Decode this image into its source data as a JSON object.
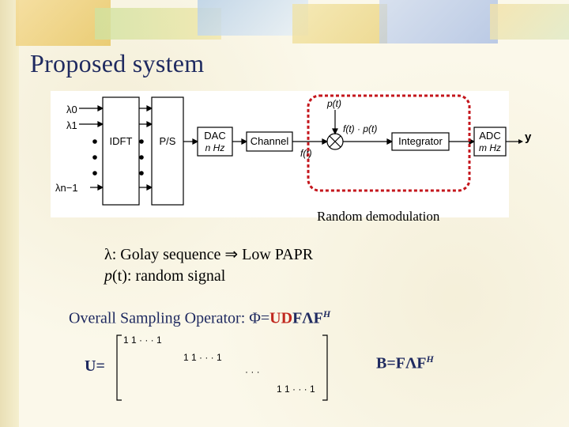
{
  "title": "Proposed system",
  "diagram": {
    "inputs": [
      "λ0",
      "λ1",
      "λn−1"
    ],
    "idft": "IDFT",
    "ps": "P/S",
    "dac_top": "DAC",
    "dac_bottom": "n Hz",
    "channel": "Channel",
    "ft": "f(t)",
    "pt": "p(t)",
    "product": "f(t) · p(t)",
    "integrator": "Integrator",
    "adc_top": "ADC",
    "adc_bottom": "m Hz",
    "output": "y"
  },
  "caption": "Random demodulation",
  "lambda_line": {
    "symbol": "λ",
    "text": ": Golay sequence ⇒ Low PAPR"
  },
  "p_line": {
    "p": "p",
    "text": "(t): random signal"
  },
  "overall": {
    "prefix": "Overall Sampling Operator: Φ=",
    "ud": "UD",
    "rest": "FΛF",
    "sup": "H"
  },
  "u_label": "U=",
  "matrix": {
    "row1": "1 1 · · · 1",
    "row2": "1 1 · · · 1",
    "dots": "· · ·",
    "row3": "1 1 · · · 1"
  },
  "b_formula": {
    "text": "B=FΛF",
    "sup": "H"
  },
  "colors": {
    "title": "#1f2a60",
    "accent_red": "#c0281f",
    "dashed_box": "#c4161c"
  }
}
